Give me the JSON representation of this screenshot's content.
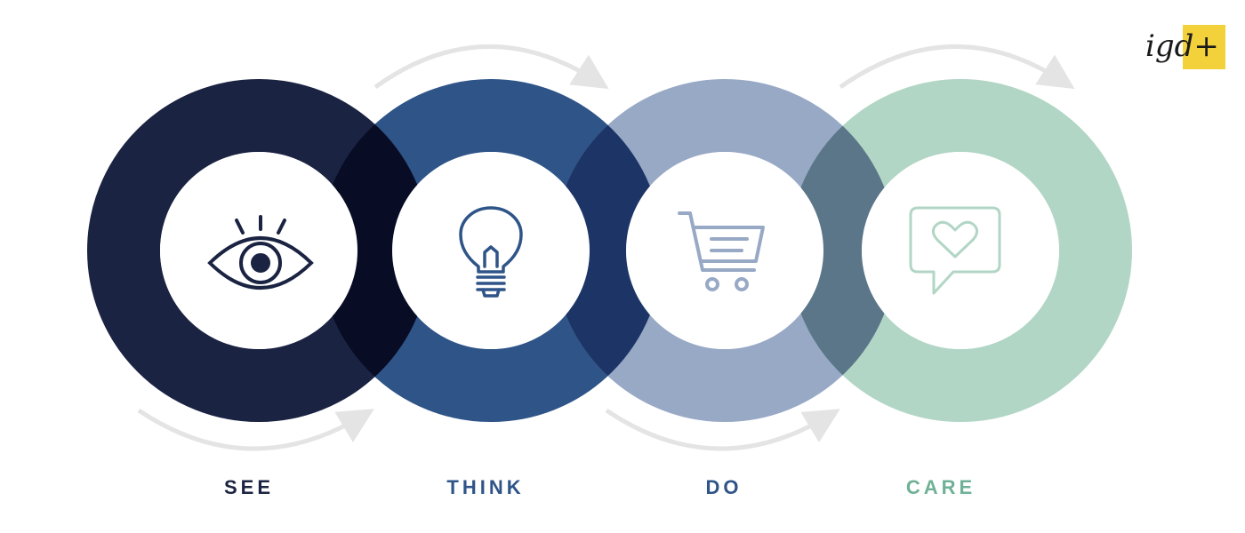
{
  "stages": [
    {
      "label": "SEE",
      "color": "#1b2342",
      "text_color": "#1b2342",
      "icon": "eye-icon"
    },
    {
      "label": "THINK",
      "color": "#2f5488",
      "text_color": "#2f5488",
      "icon": "lightbulb-icon"
    },
    {
      "label": "DO",
      "color": "#98a9c6",
      "text_color": "#2f5488",
      "icon": "shopping-cart-icon"
    },
    {
      "label": "CARE",
      "color": "#b2d6c5",
      "text_color": "#6fb196",
      "icon": "heart-speech-bubble-icon"
    }
  ],
  "overlap_colors": [
    "#080c24",
    "#1d3566",
    "#5a7688"
  ],
  "arrow_color": "#e4e4e4",
  "logo": {
    "text": "igd+",
    "box_color": "#f2d13a"
  }
}
